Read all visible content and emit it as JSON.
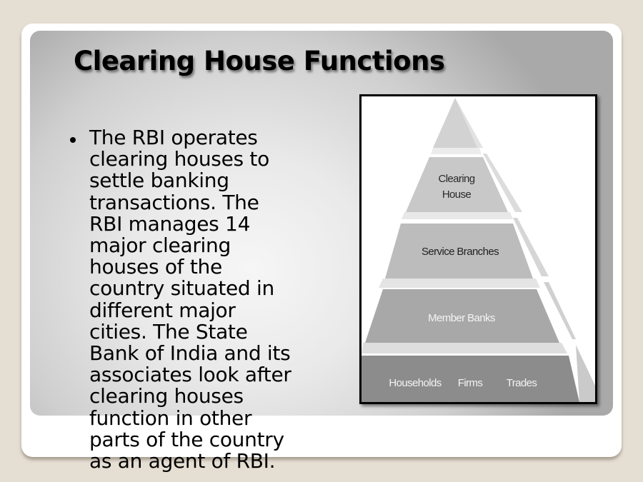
{
  "slide": {
    "title": "Clearing House Functions",
    "bullets": [
      {
        "lines": [
          "The RBI operates",
          "clearing houses to",
          "settle banking",
          "transactions. The",
          "RBI manages 14",
          "major clearing",
          "houses of the",
          "country situated in",
          "different major",
          "cities. The State",
          "Bank of India and its",
          "associates look after",
          "clearing houses",
          "function in other",
          "parts of the country",
          "as an agent of RBI."
        ]
      }
    ]
  },
  "figure": {
    "type": "pyramid-diagram",
    "tiers": [
      {
        "label": "",
        "level": "apex"
      },
      {
        "label_line1": "Clearing",
        "label_line2": "House"
      },
      {
        "label": "Service Branches"
      },
      {
        "label": "Member Banks"
      },
      {
        "labels": [
          "Households",
          "Firms",
          "Trades"
        ]
      }
    ]
  },
  "colors": {
    "page_background": "#e5ded3",
    "card": "#ffffff",
    "panel_center": "#f2f2f2",
    "panel_edge": "#a9a9a9",
    "text": "#000000"
  }
}
